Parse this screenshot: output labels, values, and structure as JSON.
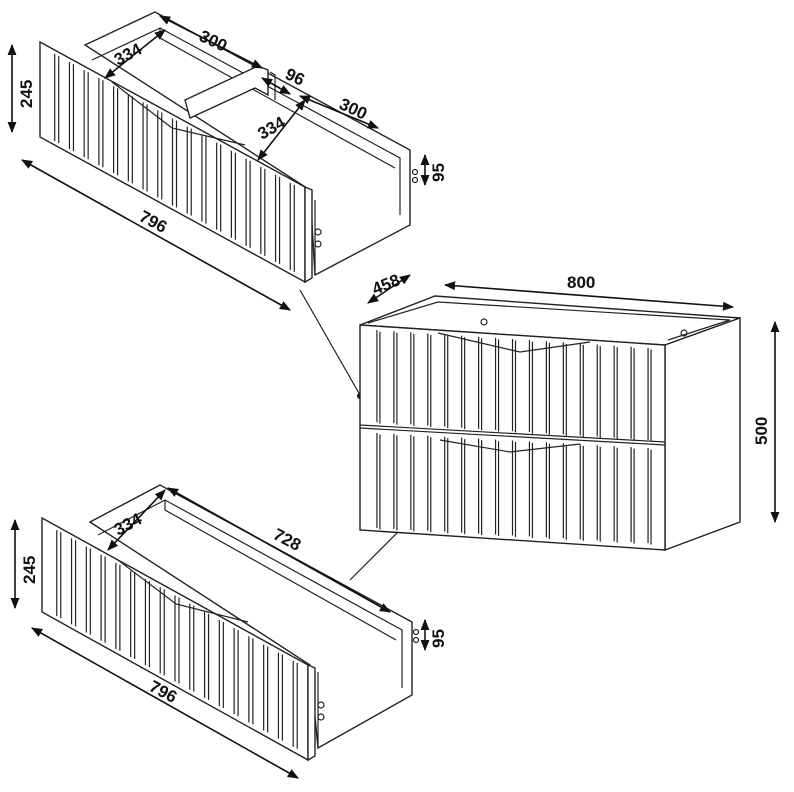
{
  "top_drawer": {
    "inner_width_left": "300",
    "inner_depth_left": "334",
    "divider_gap": "96",
    "inner_width_right": "300",
    "inner_depth_right": "334",
    "inner_height": "95",
    "front_height": "245",
    "front_width": "796"
  },
  "cabinet": {
    "depth": "458",
    "width": "800",
    "height": "500"
  },
  "bottom_drawer": {
    "inner_depth": "334",
    "inner_width": "728",
    "inner_height": "95",
    "front_height": "245",
    "front_width": "796"
  },
  "colors": {
    "line": "#222222",
    "background": "#ffffff"
  }
}
